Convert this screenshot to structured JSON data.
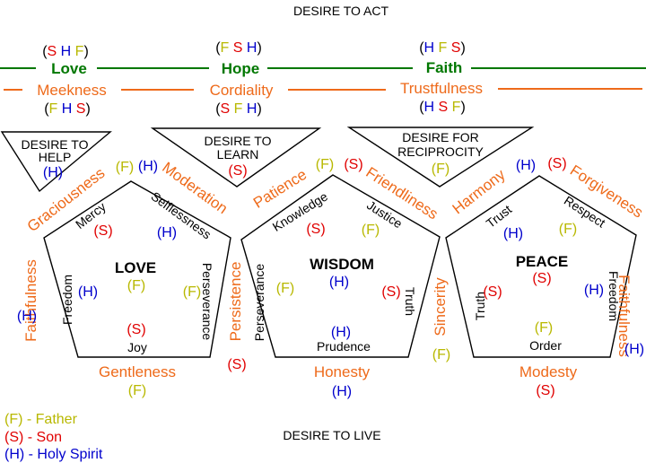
{
  "header": {
    "top": "DESIRE TO ACT",
    "bottom": "DESIRE TO LIVE"
  },
  "triads": {
    "love": "(S  H  F)",
    "hope": "(F  S  H)",
    "faith": "(H  F  S)",
    "meekness": "(F  H  S)",
    "cordiality": "(S  F  H)",
    "trustfulness": "(H  S  F)"
  },
  "virtues": {
    "love": "Love",
    "hope": "Hope",
    "faith": "Faith",
    "meekness": "Meekness",
    "cordiality": "Cordiality",
    "trustfulness": "Trustfulness"
  },
  "triangles": {
    "help": {
      "line1": "DESIRE TO",
      "line2": "HELP",
      "person": "(H)"
    },
    "learn": {
      "line1": "DESIRE TO",
      "line2": "LEARN",
      "person": "(S)"
    },
    "reciprocity": {
      "line1": "DESIRE   FOR",
      "line2": "RECIPROCITY",
      "person": "(F)"
    }
  },
  "pentagons": {
    "love": {
      "title": "LOVE",
      "center": "(F)",
      "mercy": "Mercy",
      "mercy_p": "(S)",
      "selflessness": "Selflessness",
      "selflessness_p": "(H)",
      "perseverance": "Perseverance",
      "perseverance_p": "(F)",
      "joy": "Joy",
      "joy_p": "(S)",
      "freedom": "Freedom",
      "freedom_p": "(H)"
    },
    "wisdom": {
      "title": "WISDOM",
      "center": "(H)",
      "knowledge": "Knowledge",
      "knowledge_p": "(S)",
      "justice": "Justice",
      "justice_p": "(F)",
      "truth": "Truth",
      "truth_p": "(S)",
      "prudence": "Prudence",
      "prudence_p": "(H)",
      "perseverance": "Perseverance",
      "perseverance_p": "(F)"
    },
    "peace": {
      "title": "PEACE",
      "center": "(S)",
      "trust": "Trust",
      "trust_p": "(H)",
      "respect": "Respect",
      "respect_p": "(F)",
      "freedom": "Freedom",
      "freedom_p": "(H)",
      "order": "Order",
      "order_p": "(F)",
      "truth": "Truth",
      "truth_p": "(S)"
    }
  },
  "edges": {
    "graciousness": "Graciousness",
    "graciousness_p": "(F)",
    "moderation": "Moderation",
    "moderation_p": "(H)",
    "faithfulness_left": "Faithfulness",
    "faithfulness_left_p": "(H)",
    "gentleness": "Gentleness",
    "gentleness_p": "(F)",
    "persistence": "Persistence",
    "persistence_p": "(S)",
    "patience": "Patience",
    "patience_p": "(F)",
    "friendliness": "Friendliness",
    "friendliness_p": "(S)",
    "honesty": "Honesty",
    "honesty_p": "(H)",
    "sincerity": "Sincerity",
    "sincerity_p": "(F)",
    "harmony": "Harmony",
    "harmony_p": "(H)",
    "forgiveness": "Forgiveness",
    "forgiveness_p": "(S)",
    "modesty": "Modesty",
    "modesty_p": "(S)",
    "faithfulness_right": "Faithfulness",
    "faithfulness_right_p": "(H)"
  },
  "legend": {
    "father": "(F) - Father",
    "son": "(S) - Son",
    "spirit": "(H) - Holy Spirit"
  },
  "colors": {
    "father": "#b8b800",
    "son": "#e00000",
    "spirit": "#0000cc",
    "green": "#007700",
    "orange": "#ee6a1a"
  }
}
